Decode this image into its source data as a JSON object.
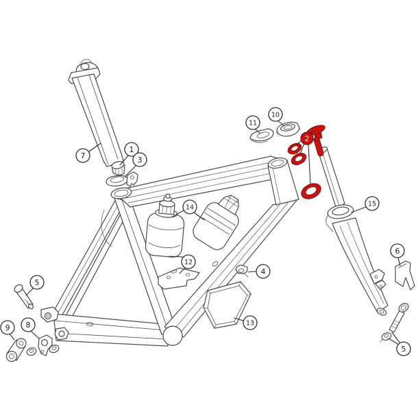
{
  "colors": {
    "background": "#ffffff",
    "line": "#4a4a4a",
    "callout": "#2e2e2e",
    "highlight": "#cc1111",
    "highlight_outline": "#7d0a0a"
  },
  "callouts": {
    "c1": {
      "label": "1",
      "highlighted": false
    },
    "c2": {
      "label": "2",
      "highlighted": true
    },
    "c3": {
      "label": "3",
      "highlighted": false
    },
    "c4": {
      "label": "4",
      "highlighted": false
    },
    "c5a": {
      "label": "5",
      "highlighted": false
    },
    "c5b": {
      "label": "5",
      "highlighted": false
    },
    "c6": {
      "label": "6",
      "highlighted": false
    },
    "c7": {
      "label": "7",
      "highlighted": false
    },
    "c8": {
      "label": "8",
      "highlighted": false
    },
    "c9": {
      "label": "9",
      "highlighted": false
    },
    "c10": {
      "label": "10",
      "highlighted": false
    },
    "c11": {
      "label": "11",
      "highlighted": false
    },
    "c12": {
      "label": "12",
      "highlighted": false
    },
    "c13": {
      "label": "13",
      "highlighted": false
    },
    "c14": {
      "label": "14",
      "highlighted": false
    },
    "c15": {
      "label": "15",
      "highlighted": false
    }
  }
}
